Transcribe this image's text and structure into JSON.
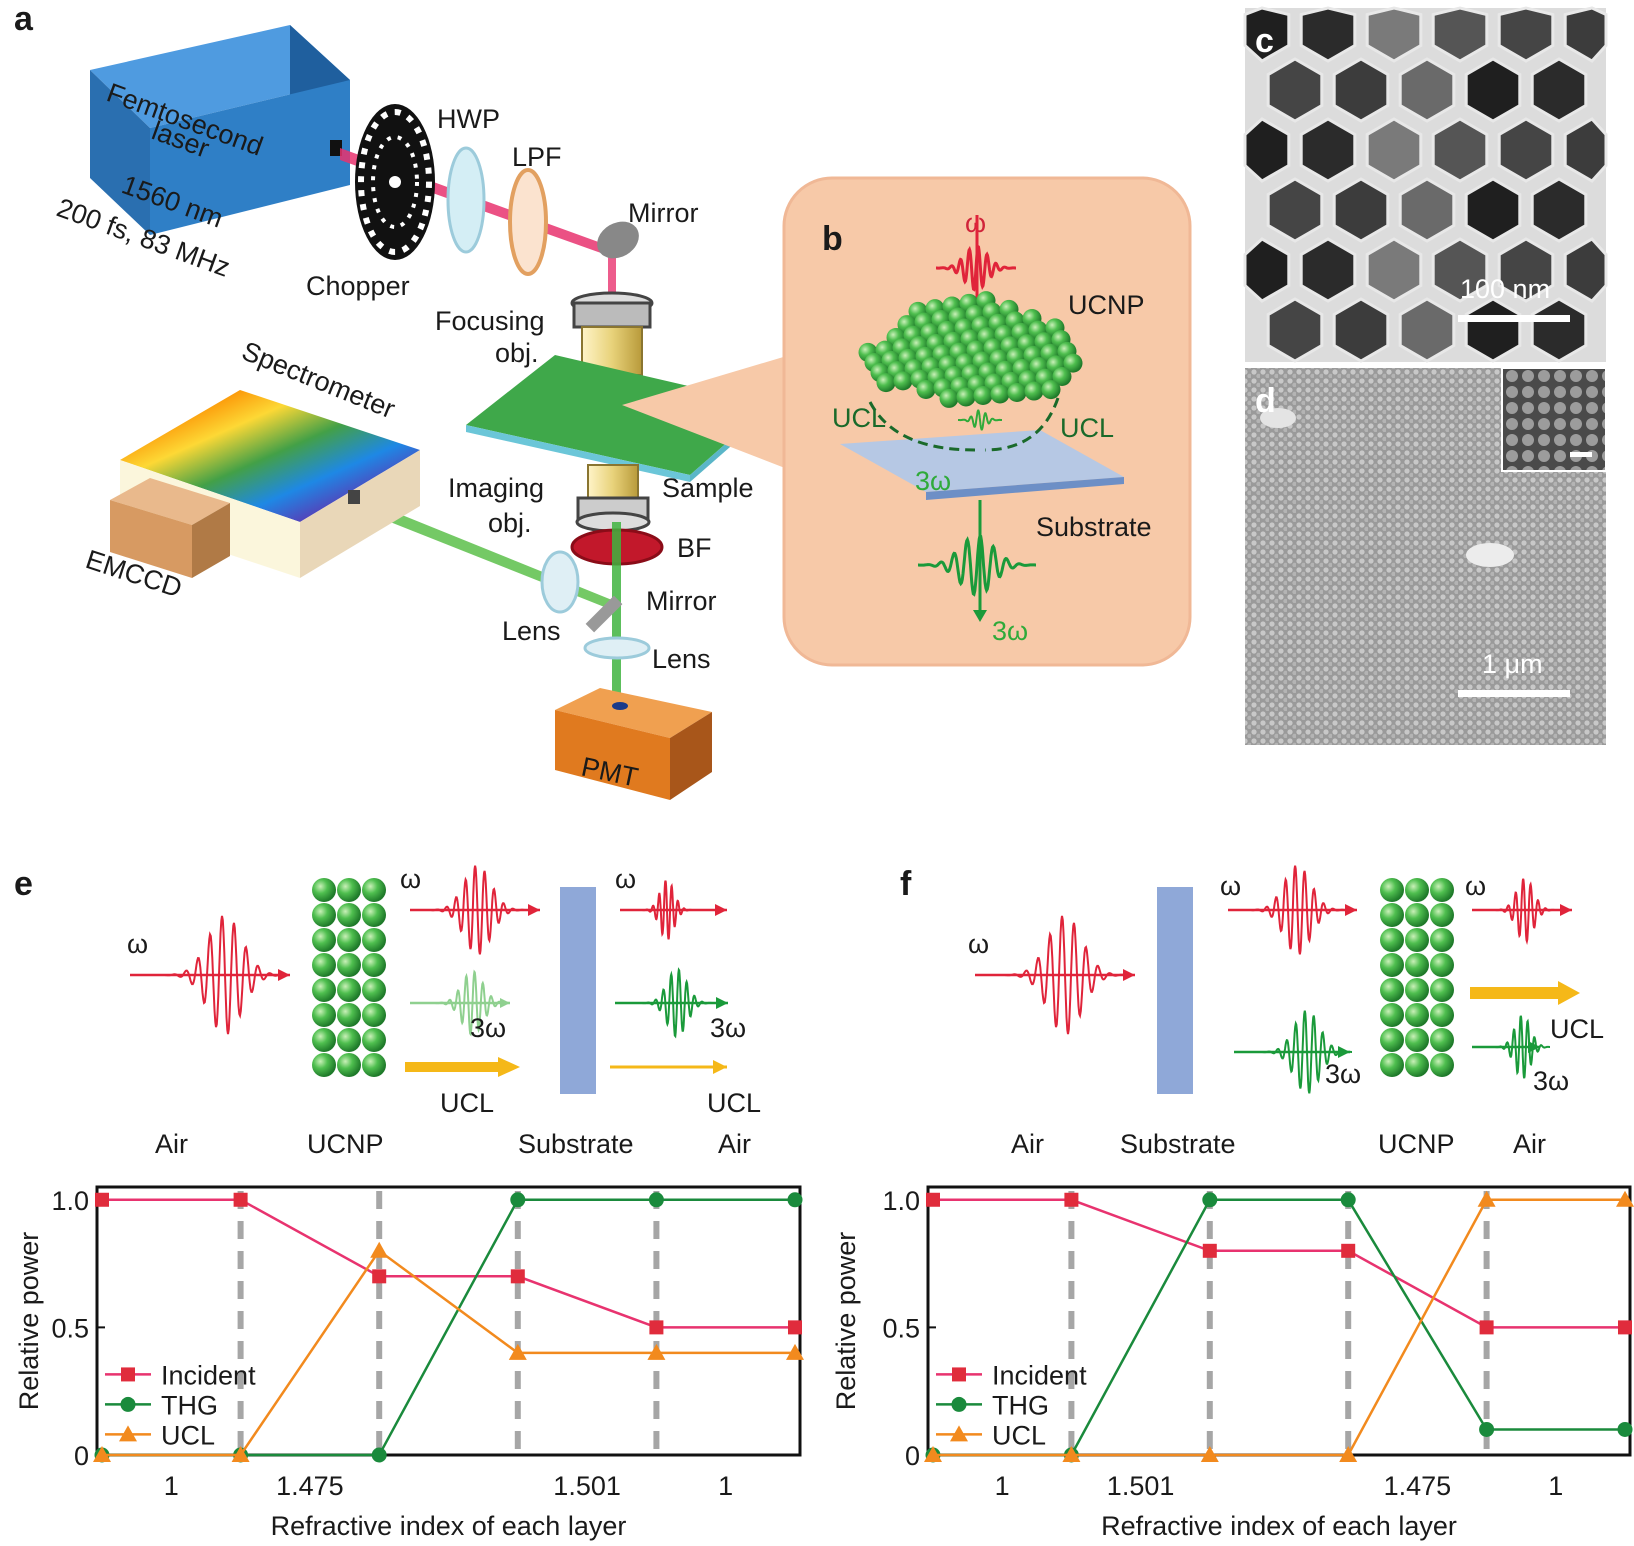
{
  "panel_letters": {
    "a": "a",
    "b": "b",
    "c": "c",
    "d": "d",
    "e": "e",
    "f": "f"
  },
  "setup": {
    "laser_line1": "Femtosecond",
    "laser_line2": "laser",
    "laser_spec1": "1560 nm",
    "laser_spec2": "200 fs, 83 MHz",
    "chopper": "Chopper",
    "hwp": "HWP",
    "lpf": "LPF",
    "mirror_top": "Mirror",
    "focusing_obj_1": "Focusing",
    "focusing_obj_2": "obj.",
    "spectrometer": "Spectrometer",
    "emccd": "EMCCD",
    "imaging_obj_1": "Imaging",
    "imaging_obj_2": "obj.",
    "sample": "Sample",
    "bf": "BF",
    "mirror_bottom": "Mirror",
    "lens_left": "Lens",
    "lens_right": "Lens",
    "pmt": "PMT"
  },
  "inset_b": {
    "omega": "ω",
    "ucnp": "UCNP",
    "ucl_left": "UCL",
    "ucl_right": "UCL",
    "three_omega_inner": "3ω",
    "substrate": "Substrate",
    "three_omega_out": "3ω"
  },
  "micrographs": {
    "c_scale": "100 nm",
    "d_scale": "1 μm"
  },
  "schematic_e": {
    "omega_in": "ω",
    "omega_mid": "ω",
    "omega_out": "ω",
    "thg_mid": "3ω",
    "thg_out": "3ω",
    "ucl_mid": "UCL",
    "ucl_out": "UCL",
    "layers": [
      "Air",
      "UCNP",
      "Substrate",
      "Air"
    ]
  },
  "schematic_f": {
    "omega_in": "ω",
    "omega_mid": "ω",
    "omega_out": "ω",
    "thg_mid": "3ω",
    "thg_out": "3ω",
    "ucl_out": "UCL",
    "layers": [
      "Air",
      "Substrate",
      "UCNP",
      "Air"
    ]
  },
  "colors": {
    "incident": "#e8336f",
    "incident_marker": "#e02c3c",
    "thg": "#1a8a3c",
    "ucl": "#f28a1e",
    "laser_box": "#2f7fc6",
    "inset_bg": "#f7c9a8",
    "substrate": "#8fa8d8"
  },
  "chart_data": [
    {
      "type": "line",
      "panel": "e",
      "xlabel": "Refractive index of each layer",
      "ylabel": "Relative power",
      "x_tick_labels": [
        "1",
        "1.475",
        "1.501",
        "1"
      ],
      "y_tick_labels": [
        "0",
        "0.5",
        "1.0"
      ],
      "ylim": [
        0,
        1.05
      ],
      "legend_position": "lower-left",
      "x": [
        0,
        1,
        2,
        3,
        4,
        5
      ],
      "series": [
        {
          "name": "Incident",
          "marker": "square",
          "values": [
            1.0,
            1.0,
            0.7,
            0.7,
            0.5,
            0.5
          ]
        },
        {
          "name": "THG",
          "marker": "circle",
          "values": [
            0,
            0,
            0,
            1.0,
            1.0,
            1.0
          ]
        },
        {
          "name": "UCL",
          "marker": "triangle",
          "values": [
            0,
            0,
            0.8,
            0.4,
            0.4,
            0.4
          ]
        }
      ]
    },
    {
      "type": "line",
      "panel": "f",
      "xlabel": "Refractive index of each layer",
      "ylabel": "Relative power",
      "x_tick_labels": [
        "1",
        "1.501",
        "1.475",
        "1"
      ],
      "y_tick_labels": [
        "0",
        "0.5",
        "1.0"
      ],
      "ylim": [
        0,
        1.05
      ],
      "legend_position": "lower-left",
      "x": [
        0,
        1,
        2,
        3,
        4,
        5
      ],
      "series": [
        {
          "name": "Incident",
          "marker": "square",
          "values": [
            1.0,
            1.0,
            0.8,
            0.8,
            0.5,
            0.5
          ]
        },
        {
          "name": "THG",
          "marker": "circle",
          "values": [
            0,
            0,
            1.0,
            1.0,
            0.1,
            0.1
          ]
        },
        {
          "name": "UCL",
          "marker": "triangle",
          "values": [
            0,
            0,
            0,
            0,
            1.0,
            1.0
          ]
        }
      ]
    }
  ]
}
